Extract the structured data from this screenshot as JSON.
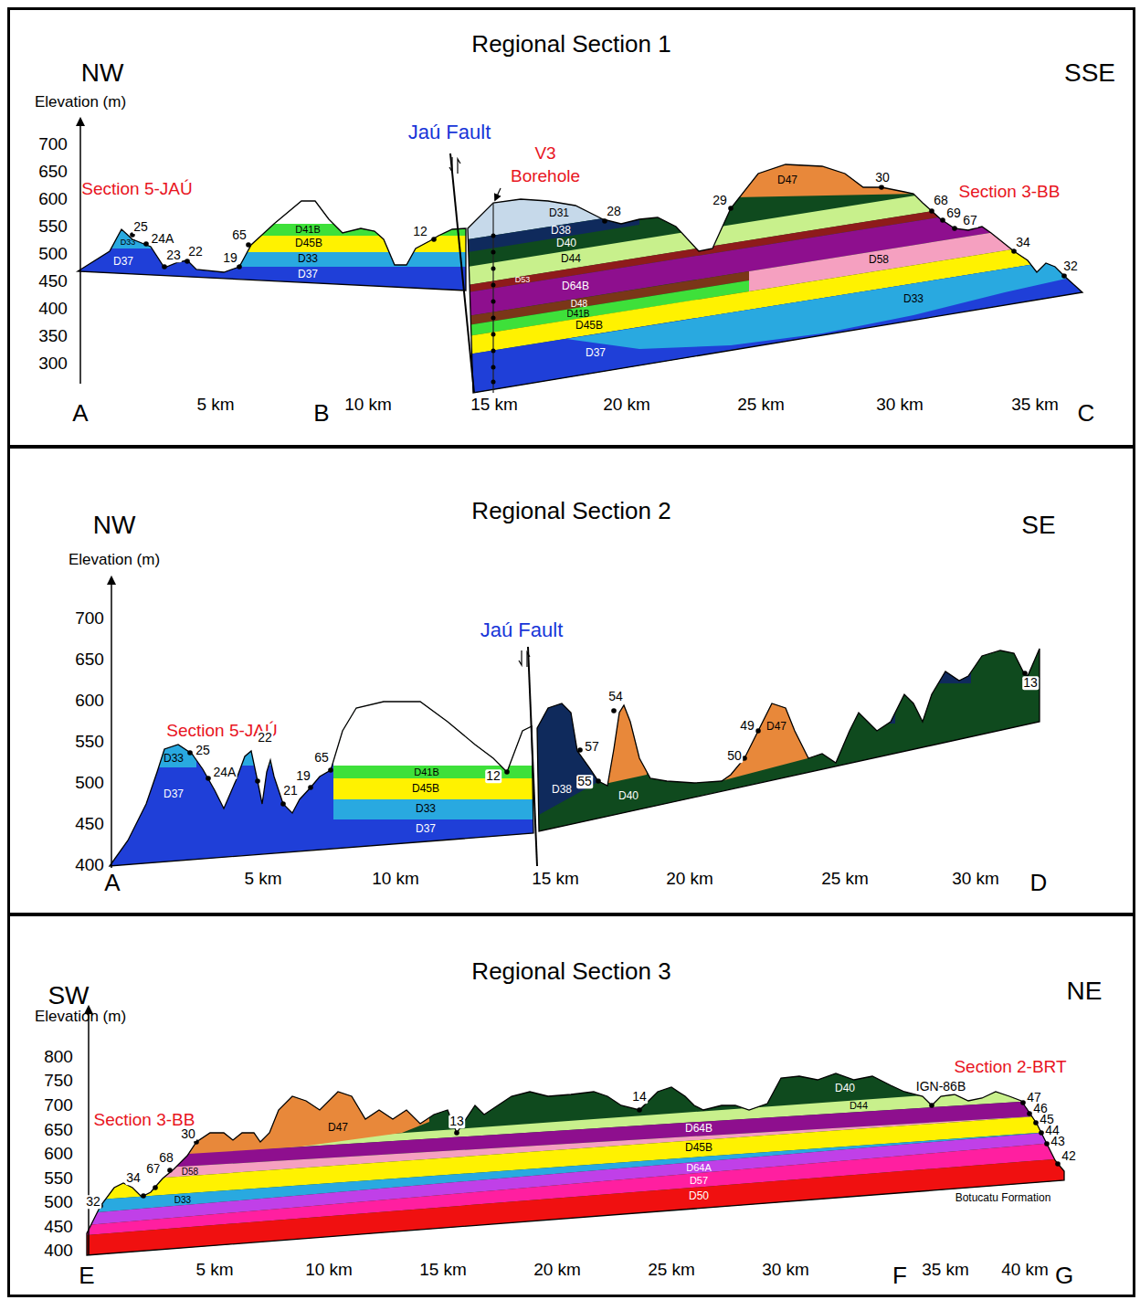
{
  "diagram": {
    "nodes": [
      {
        "text": [
          "Regional Section 1"
        ]
      },
      {
        "text": [
          "Regional Section 2"
        ]
      },
      {
        "text": [
          "Regional Section 3"
        ]
      }
    ],
    "labels": [
      "NW",
      "SSE",
      "Elevation (m)",
      "700",
      "650",
      "600",
      "550",
      "500",
      "450",
      "400",
      "350",
      "300",
      "Jaú Fault",
      "V3",
      "Borehole",
      "Section 5-JAÚ",
      "Section 3-BB",
      "25",
      "24A",
      "23",
      "22",
      "65",
      "19",
      "12",
      "28",
      "29",
      "30",
      "68",
      "69",
      "67",
      "34",
      "32",
      "D33",
      "D37",
      "D41B",
      "D45B",
      "D33",
      "D37",
      "D31",
      "D38",
      "D40",
      "D44",
      "D53",
      "D64B",
      "D48",
      "D41B",
      "D45B",
      "D37",
      "D47",
      "D58",
      "D33",
      "A",
      "5 km",
      "B",
      "10 km",
      "15 km",
      "20 km",
      "25 km",
      "30 km",
      "35 km",
      "C",
      "NW",
      "SE",
      "Elevation (m)",
      "700",
      "650",
      "600",
      "550",
      "500",
      "450",
      "400",
      "Jaú Fault",
      "Section 5-JAÚ",
      "25",
      "24A",
      "22",
      "21",
      "19",
      "65",
      "12",
      "57",
      "55",
      "54",
      "49",
      "50",
      "13",
      "D33",
      "D37",
      "D41B",
      "D45B",
      "D33",
      "D37",
      "D38",
      "D40",
      "D47",
      "A",
      "5 km",
      "10 km",
      "15 km",
      "20 km",
      "25 km",
      "30 km",
      "D",
      "SW",
      "NE",
      "Elevation (m)",
      "800",
      "750",
      "700",
      "650",
      "600",
      "550",
      "500",
      "450",
      "400",
      "Section 3-BB",
      "Section 2-BRT",
      "Botucatu Formation",
      "32",
      "34",
      "67",
      "68",
      "30",
      "13",
      "14",
      "IGN-86B",
      "47",
      "46",
      "45",
      "44",
      "43",
      "42",
      "D47",
      "D40",
      "D44",
      "D64B",
      "D45B",
      "D64A",
      "D57",
      "D50",
      "D58",
      "D33",
      "E",
      "5 km",
      "10 km",
      "15 km",
      "20 km",
      "25 km",
      "30 km",
      "F",
      "35 km",
      "40 km",
      "G"
    ]
  }
}
